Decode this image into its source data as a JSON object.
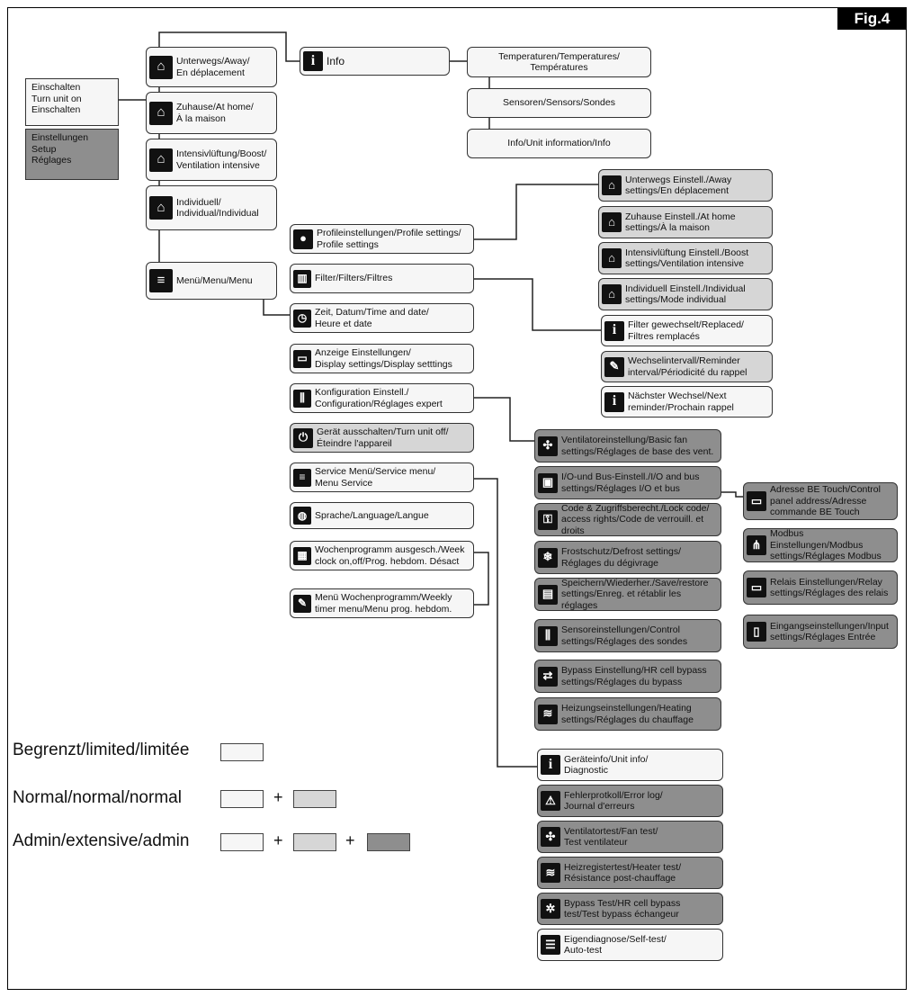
{
  "figure": {
    "label": "Fig.4"
  },
  "colors": {
    "limited": "#f6f6f6",
    "normal": "#d6d6d6",
    "admin": "#8e8e8e",
    "icon": "#111111",
    "line": "#222222"
  },
  "start": {
    "turn_on": "Einschalten\nTurn unit on\nEinschalten",
    "setup": "Einstellungen\nSetup\nRéglages"
  },
  "modes": [
    {
      "icon": "away-mode-icon",
      "label": "Unterwegs/Away/\nEn déplacement"
    },
    {
      "icon": "home-mode-icon",
      "label": "Zuhause/At home/\nÀ la maison"
    },
    {
      "icon": "boost-mode-icon",
      "label": "Intensivlüftung/Boost/\nVentilation intensive"
    },
    {
      "icon": "individual-mode-icon",
      "label": "Individuell/\nIndividual/Individual"
    },
    {
      "icon": "menu-icon",
      "label": "Menü/Menu/Menu"
    }
  ],
  "info": {
    "label": "Info",
    "items": [
      "Temperaturen/Temperatures/\nTempératures",
      "Sensoren/Sensors/Sondes",
      "Info/Unit information/Info"
    ]
  },
  "menu_items": [
    {
      "icon": "profile-icon",
      "label": "Profileinstellungen/Profile settings/\nProfile settings"
    },
    {
      "icon": "filter-icon",
      "label": "Filter/Filters/Filtres"
    },
    {
      "icon": "clock-icon",
      "label": "Zeit, Datum/Time and date/\nHeure et date"
    },
    {
      "icon": "display-icon",
      "label": "Anzeige Einstellungen/\nDisplay settings/Display setttings"
    },
    {
      "icon": "configuration-icon",
      "label": "Konfiguration Einstell./\nConfiguration/Réglages expert"
    },
    {
      "icon": "power-icon",
      "label": "Gerät ausschalten/Turn unit off/\nÉteindre l'appareil"
    },
    {
      "icon": "service-icon",
      "label": "Service Menü/Service menu/\nMenu Service"
    },
    {
      "icon": "language-icon",
      "label": "Sprache/Language/Langue"
    },
    {
      "icon": "calendar-icon",
      "label": "Wochenprogramm ausgesch./Week\nclock on,off/Prog. hebdom. Désact"
    },
    {
      "icon": "pencil-icon",
      "label": "Menü Wochenprogramm/Weekly\ntimer menu/Menu prog. hebdom."
    }
  ],
  "profile_settings": [
    {
      "icon": "away-settings-icon",
      "label": "Unterwegs Einstell./Away\nsettings/En déplacement"
    },
    {
      "icon": "home-settings-icon",
      "label": "Zuhause Einstell./At home\nsettings/À la maison"
    },
    {
      "icon": "boost-settings-icon",
      "label": "Intensivlüftung Einstell./Boost\nsettings/Ventilation intensive"
    },
    {
      "icon": "individual-settings-icon",
      "label": "Individuell Einstell./Individual\nsettings/Mode individual"
    }
  ],
  "filter_items": [
    {
      "icon": "info-icon",
      "label": "Filter gewechselt/Replaced/\nFiltres remplacés"
    },
    {
      "icon": "pencil-icon",
      "label": "Wechselintervall/Reminder\ninterval/Périodicité du rappel"
    },
    {
      "icon": "info-icon",
      "label": "Nächster Wechsel/Next\nreminder/Prochain rappel"
    }
  ],
  "config_items": [
    {
      "icon": "fan-settings-icon",
      "label": "Ventilatoreinstellung/Basic fan\nsettings/Réglages de base des vent."
    },
    {
      "icon": "io-bus-icon",
      "label": "I/O-und Bus-Einstell./I/O and bus\nsettings/Réglages I/O et bus"
    },
    {
      "icon": "lock-code-icon",
      "label": "Code & Zugriffsberecht./Lock code/\naccess rights/Code de verrouill. et droits"
    },
    {
      "icon": "defrost-icon",
      "label": "Frostschutz/Defrost settings/\nRéglages du dégivrage"
    },
    {
      "icon": "save-restore-icon",
      "label": "Speichern/Wiederher./Save/restore\nsettings/Enreg. et rétablir les réglages"
    },
    {
      "icon": "sensor-settings-icon",
      "label": "Sensoreinstellungen/Control\nsettings/Réglages des sondes"
    },
    {
      "icon": "bypass-settings-icon",
      "label": "Bypass Einstellung/HR cell bypass\nsettings/Réglages du bypass"
    },
    {
      "icon": "heating-settings-icon",
      "label": "Heizungseinstellungen/Heating\nsettings/Réglages du chauffage"
    }
  ],
  "io_items": [
    {
      "icon": "control-panel-icon",
      "label": "Adresse BE Touch/Control\npanel address/Adresse\ncommande BE Touch"
    },
    {
      "icon": "modbus-icon",
      "label": "Modbus Einstellungen/Modbus\nsettings/Réglages Modbus"
    },
    {
      "icon": "relay-icon",
      "label": "Relais Einstellungen/Relay\nsettings/Réglages des relais"
    },
    {
      "icon": "input-icon",
      "label": "Eingangseinstellungen/Input\nsettings/Réglages Entrée"
    }
  ],
  "service_items": [
    {
      "icon": "info-icon",
      "label": "Geräteinfo/Unit info/\nDiagnostic"
    },
    {
      "icon": "error-log-icon",
      "label": "Fehlerprotkoll/Error log/\nJournal d'erreurs"
    },
    {
      "icon": "fan-test-icon",
      "label": "Ventilatortest/Fan test/\nTest ventilateur"
    },
    {
      "icon": "heater-test-icon",
      "label": "Heizregistertest/Heater test/\nRésistance post-chauffage"
    },
    {
      "icon": "bypass-test-icon",
      "label": "Bypass Test/HR cell bypass\ntest/Test bypass échangeur"
    },
    {
      "icon": "self-test-icon",
      "label": "Eigendiagnose/Self-test/\nAuto-test"
    }
  ],
  "legend": {
    "limited": "Begrenzt/limited/limitée",
    "normal": "Normal/normal/normal",
    "admin": "Admin/extensive/admin",
    "plus": "+"
  }
}
